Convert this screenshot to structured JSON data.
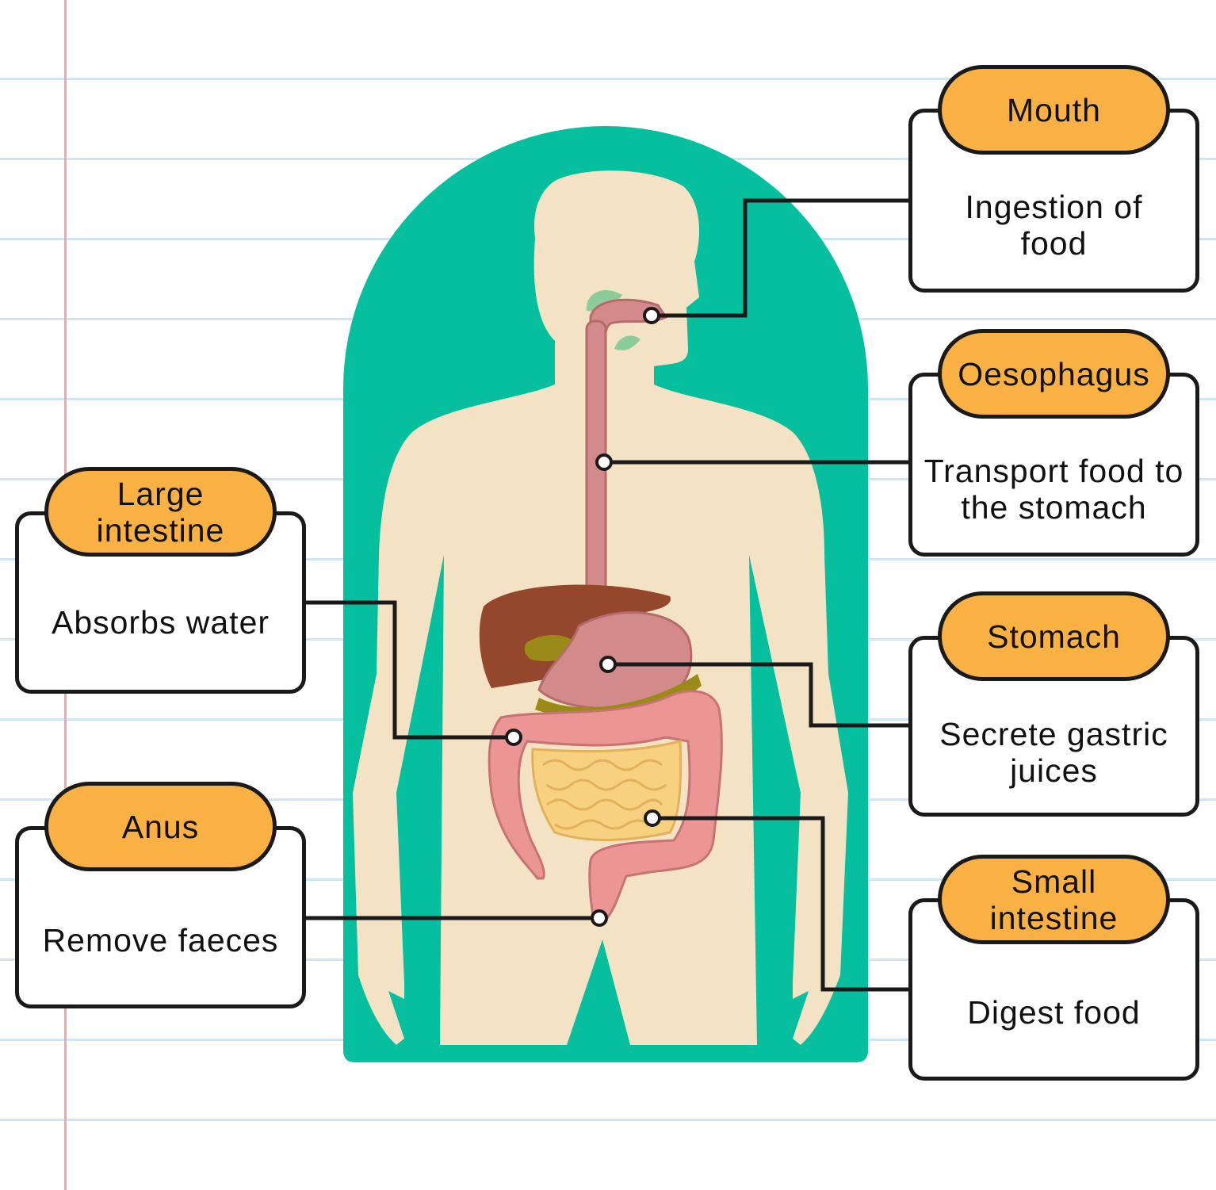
{
  "colors": {
    "background_panel": "#06bf9f",
    "body_skin": "#f3e3c4",
    "label_pill": "#f9b143",
    "outline": "#1a1a1a",
    "esophagus": "#d28a8a",
    "liver": "#94472a",
    "stomach": "#d28a8a",
    "gallbladder": "#9a8b18",
    "large_intestine": "#eb9595",
    "small_intestine": "#f7d17f"
  },
  "labels": [
    {
      "id": "mouth",
      "title": "Mouth",
      "description": "Ingestion of food"
    },
    {
      "id": "oesophagus",
      "title": "Oesophagus",
      "description": "Transport food to the stomach"
    },
    {
      "id": "stomach",
      "title": "Stomach",
      "description": "Secrete gastric juices"
    },
    {
      "id": "small_intestine",
      "title": "Small intestine",
      "description": "Digest food"
    },
    {
      "id": "large_intestine",
      "title": "Large intestine",
      "description": "Absorbs water"
    },
    {
      "id": "anus",
      "title": "Anus",
      "description": "Remove faeces"
    }
  ]
}
